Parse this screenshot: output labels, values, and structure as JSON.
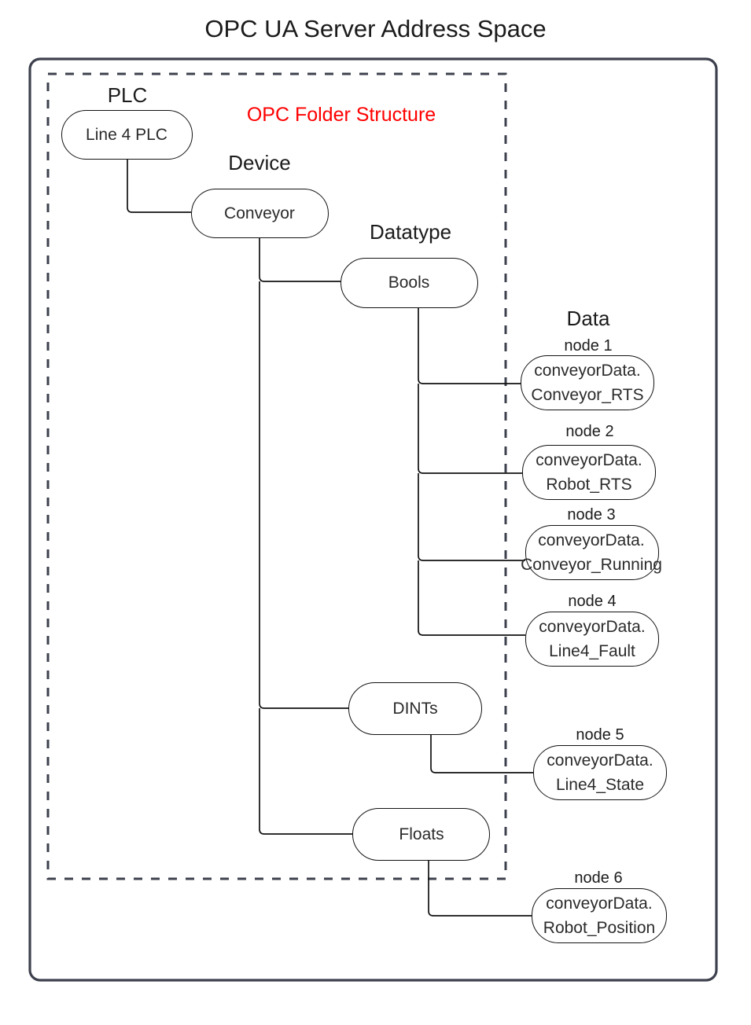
{
  "title": "OPC UA Server Address Space",
  "folder_structure_label": "OPC Folder Structure",
  "colors": {
    "outer_frame": "#3d414d",
    "dashed_frame": "#3d414d",
    "node_stroke": "#121212",
    "accent_red": "#ff0000",
    "text": "#1b1b1b"
  },
  "group_labels": {
    "plc": "PLC",
    "device": "Device",
    "datatype": "Datatype",
    "data": "Data"
  },
  "tree": {
    "plc": {
      "label": "Line 4 PLC"
    },
    "device": {
      "label": "Conveyor"
    },
    "datatypes": [
      {
        "label": "Bools"
      },
      {
        "label": "DINTs"
      },
      {
        "label": "Floats"
      }
    ]
  },
  "nodes": [
    {
      "caption": "node 1",
      "line1": "conveyorData.",
      "line2": "Conveyor_RTS",
      "parent": "Bools"
    },
    {
      "caption": "node 2",
      "line1": "conveyorData.",
      "line2": "Robot_RTS",
      "parent": "Bools"
    },
    {
      "caption": "node 3",
      "line1": "conveyorData.",
      "line2": "Conveyor_Running",
      "parent": "Bools"
    },
    {
      "caption": "node 4",
      "line1": "conveyorData.",
      "line2": "Line4_Fault",
      "parent": "Bools"
    },
    {
      "caption": "node 5",
      "line1": "conveyorData.",
      "line2": "Line4_State",
      "parent": "DINTs"
    },
    {
      "caption": "node 6",
      "line1": "conveyorData.",
      "line2": "Robot_Position",
      "parent": "Floats"
    }
  ]
}
